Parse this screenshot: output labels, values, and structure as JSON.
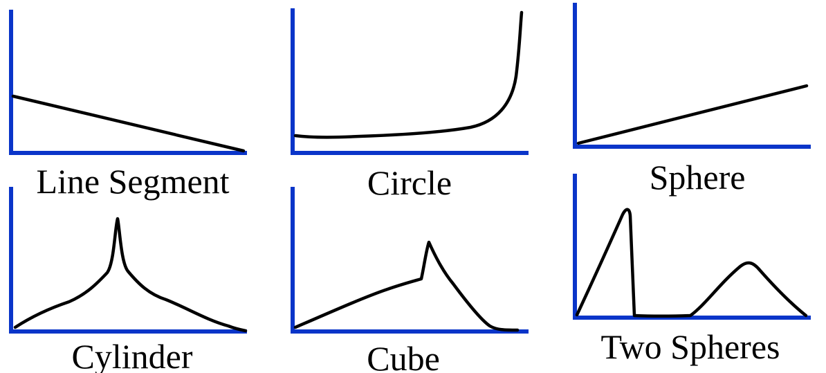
{
  "colors": {
    "axis": "#0a35c9",
    "curve": "#000000",
    "background": "#ffffff"
  },
  "panels": [
    {
      "id": "line-segment",
      "caption": "Line Segment"
    },
    {
      "id": "circle",
      "caption": "Circle"
    },
    {
      "id": "sphere",
      "caption": "Sphere"
    },
    {
      "id": "cylinder",
      "caption": "Cylinder"
    },
    {
      "id": "cube",
      "caption": "Cube"
    },
    {
      "id": "two-spheres",
      "caption": "Two Spheres"
    }
  ]
}
